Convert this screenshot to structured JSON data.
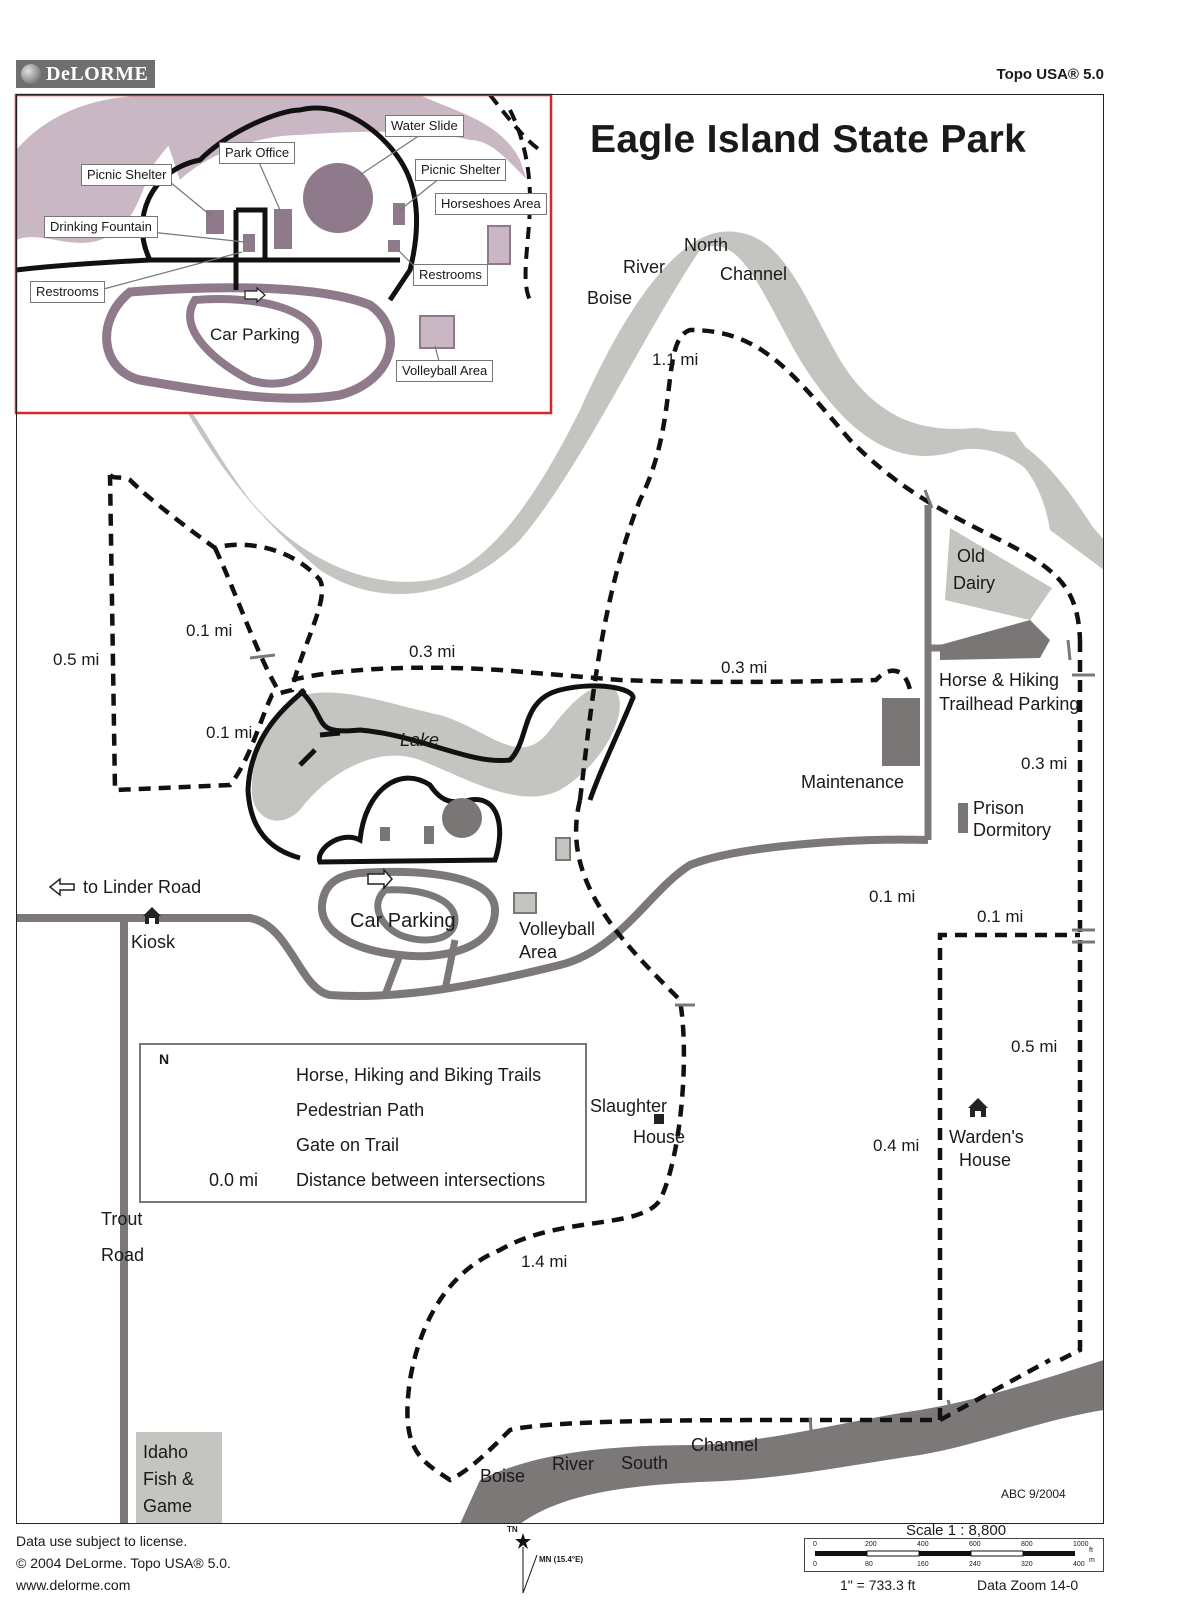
{
  "header": {
    "brand": "DeLORME",
    "product": "Topo USA® 5.0"
  },
  "map": {
    "title": "Eagle Island State Park",
    "labels": {
      "north_channel_1": "North",
      "north_channel_2": "River",
      "north_channel_3": "Channel",
      "north_channel_4": "Boise",
      "old_dairy_1": "Old",
      "old_dairy_2": "Dairy",
      "horse_trailhead_1": "Horse & Hiking",
      "horse_trailhead_2": "Trailhead Parking",
      "maintenance": "Maintenance",
      "prison_dorm_1": "Prison",
      "prison_dorm_2": "Dormitory",
      "lake": "Lake",
      "to_linder": "to Linder Road",
      "kiosk": "Kiosk",
      "car_parking": "Car Parking",
      "volleyball_1": "Volleyball",
      "volleyball_2": "Area",
      "slaughter_1": "Slaughter",
      "slaughter_2": "House",
      "wardens_1": "Warden's",
      "wardens_2": "House",
      "trout_1": "Trout",
      "trout_2": "Road",
      "idaho_1": "Idaho",
      "idaho_2": "Fish &",
      "idaho_3": "Game",
      "south_boise": "Boise",
      "south_river": "River",
      "south_south": "South",
      "south_channel": "Channel",
      "abc": "ABC 9/2004"
    },
    "distances": {
      "d_1_1": "1.1 mi",
      "d_0_5_left": "0.5 mi",
      "d_0_1_a": "0.1 mi",
      "d_0_3_a": "0.3 mi",
      "d_0_3_b": "0.3 mi",
      "d_0_1_b": "0.1 mi",
      "d_0_3_c": "0.3 mi",
      "d_0_1_c": "0.1 mi",
      "d_0_1_d": "0.1 mi",
      "d_0_5_right": "0.5 mi",
      "d_0_4": "0.4 mi",
      "d_1_4": "1.4 mi"
    },
    "inset": {
      "water_slide": "Water Slide",
      "park_office": "Park Office",
      "picnic_shelter_left": "Picnic Shelter",
      "picnic_shelter_right": "Picnic Shelter",
      "horseshoes": "Horseshoes Area",
      "drinking_fountain": "Drinking Fountain",
      "restrooms_left": "Restrooms",
      "restrooms_right": "Restrooms",
      "car_parking": "Car Parking",
      "volleyball": "Volleyball Area"
    }
  },
  "legend": {
    "north": "N",
    "trails": "Horse, Hiking and Biking Trails",
    "pedestrian": "Pedestrian Path",
    "gate": "Gate on Trail",
    "distance_sample": "0.0 mi",
    "distance": "Distance between intersections"
  },
  "footer": {
    "license": "Data use subject to license.",
    "copyright": "© 2004 DeLorme. Topo USA® 5.0.",
    "url": "www.delorme.com",
    "tn": "TN",
    "mn": "MN (15.4°E)",
    "scale": "Scale 1 : 8,800",
    "inch": "1\" = 733.3 ft",
    "zoom": "Data Zoom 14-0",
    "ft_ticks": [
      "0",
      "200",
      "400",
      "600",
      "800",
      "1000"
    ],
    "ft_unit": "ft",
    "m_ticks": [
      "0",
      "80",
      "160",
      "240",
      "320",
      "400"
    ],
    "m_unit": "m"
  },
  "colors": {
    "river": "#c4c4c0",
    "road": "#7d7878",
    "building": "#7a7676",
    "inset_river": "#c9b8c4",
    "inset_purple": "#8e7a8a",
    "inset_border": "#d8262b"
  }
}
